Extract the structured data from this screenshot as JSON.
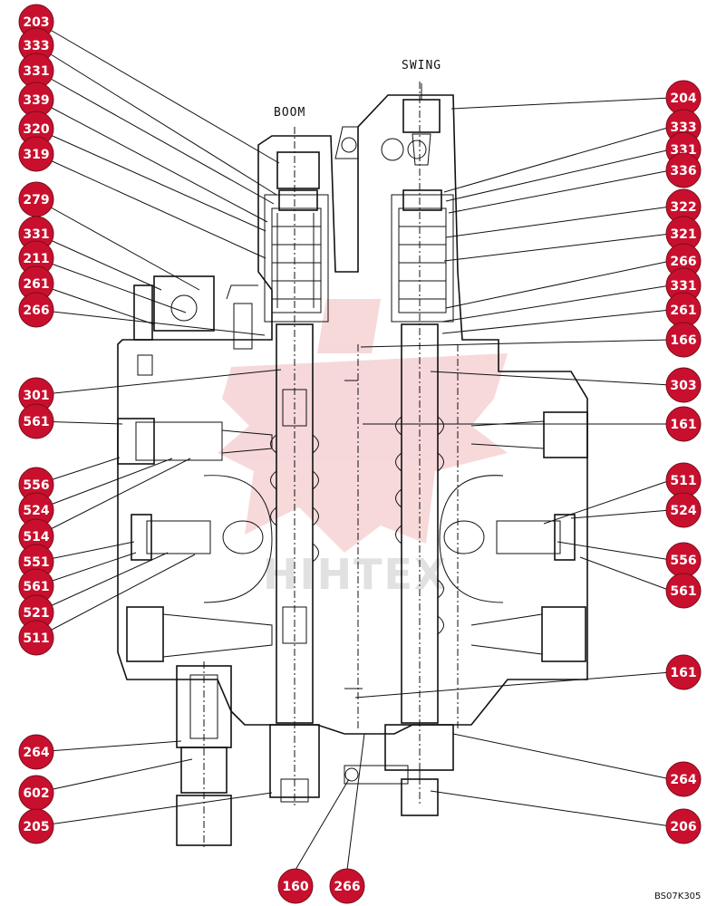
{
  "labels": {
    "boom": "BOOM",
    "swing": "SWING",
    "reference": "BS07K305",
    "watermark": "HIHTEX"
  },
  "callouts": {
    "left": [
      "203",
      "333",
      "331",
      "339",
      "320",
      "319",
      "279",
      "331",
      "211",
      "261",
      "266",
      "301",
      "561",
      "556",
      "524",
      "514",
      "551",
      "561",
      "521",
      "511",
      "264",
      "602",
      "205"
    ],
    "right": [
      "204",
      "333",
      "331",
      "336",
      "322",
      "321",
      "266",
      "331",
      "261",
      "166",
      "303",
      "161",
      "511",
      "524",
      "556",
      "561",
      "161",
      "264",
      "206"
    ],
    "bottom": [
      "160",
      "266"
    ]
  },
  "colors": {
    "callout_fill": "#c8102e",
    "callout_text": "#ffffff",
    "line": "#111111",
    "watermark_logo": "#f0b9bc"
  }
}
